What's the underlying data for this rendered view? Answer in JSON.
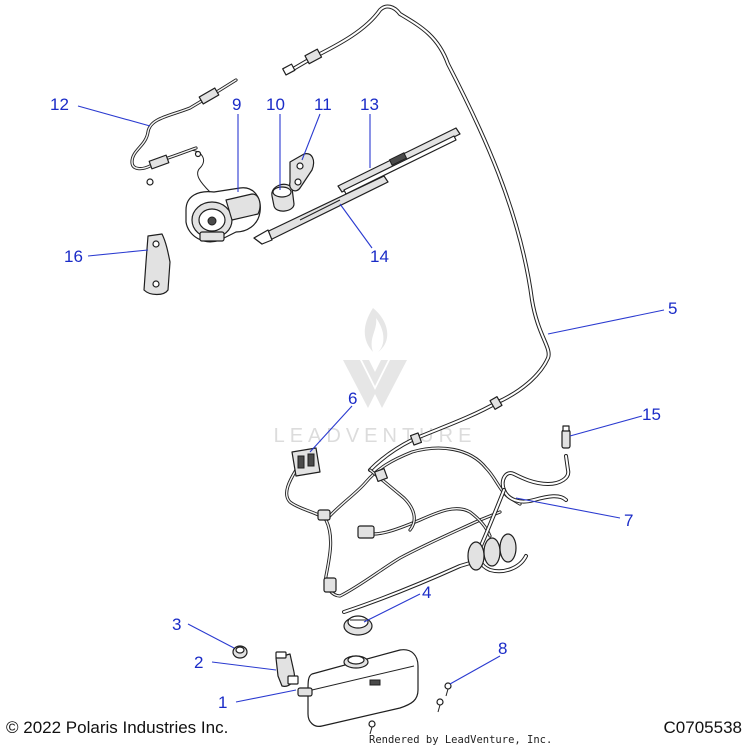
{
  "callouts": [
    {
      "label": "1"
    },
    {
      "label": "2"
    },
    {
      "label": "3"
    },
    {
      "label": "4"
    },
    {
      "label": "5"
    },
    {
      "label": "6"
    },
    {
      "label": "7"
    },
    {
      "label": "8"
    },
    {
      "label": "9"
    },
    {
      "label": "10"
    },
    {
      "label": "11"
    },
    {
      "label": "12"
    },
    {
      "label": "13"
    },
    {
      "label": "14"
    },
    {
      "label": "15"
    },
    {
      "label": "16"
    }
  ],
  "watermark": {
    "text": "LEADVENTURE"
  },
  "footer": {
    "copyright": "© 2022 Polaris Industries Inc.",
    "rendered_by": "Rendered by LeadVenture, Inc.",
    "diagram_code": "C0705538"
  },
  "colors": {
    "callout": "#1a2bc7",
    "line_art": "#1f1f1f",
    "watermark": "#dcdcdc"
  }
}
